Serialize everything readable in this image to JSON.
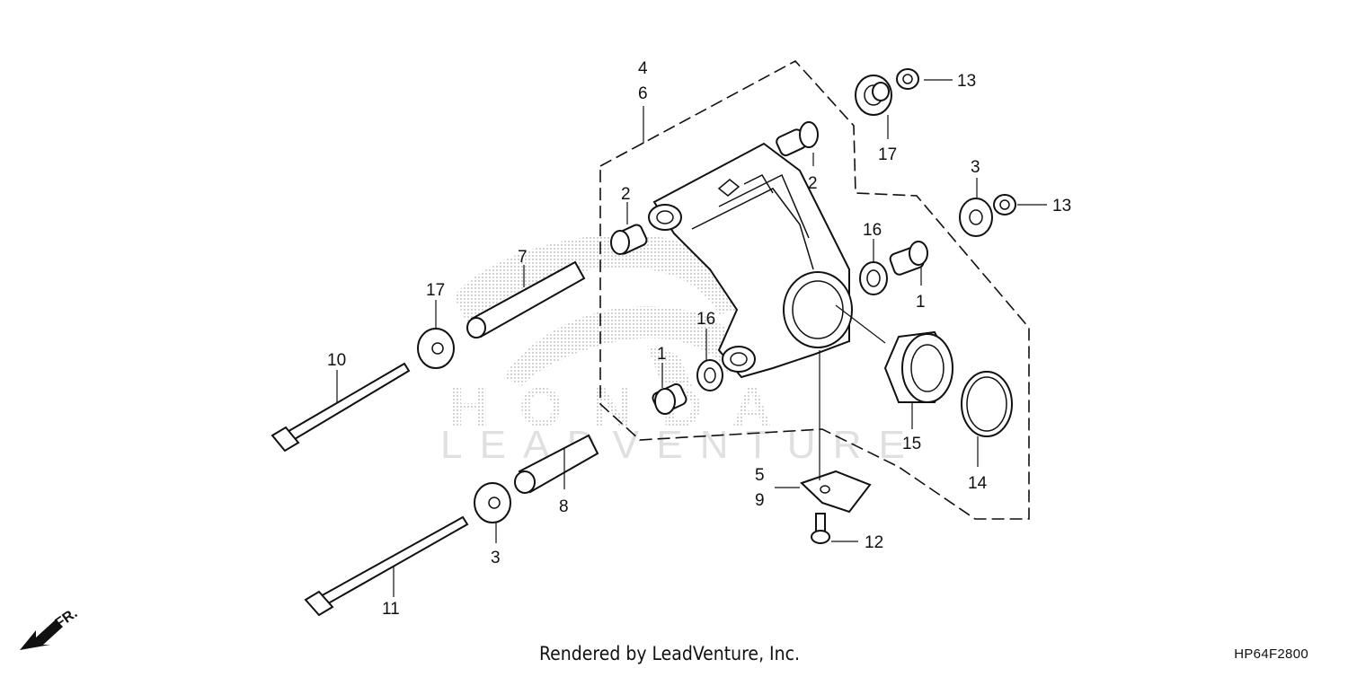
{
  "diagram": {
    "callouts": [
      {
        "id": "c4",
        "label": "4"
      },
      {
        "id": "c6",
        "label": "6"
      },
      {
        "id": "c13a",
        "label": "13"
      },
      {
        "id": "c17a",
        "label": "17"
      },
      {
        "id": "c2a",
        "label": "2"
      },
      {
        "id": "c3a",
        "label": "3"
      },
      {
        "id": "c13b",
        "label": "13"
      },
      {
        "id": "c16a",
        "label": "16"
      },
      {
        "id": "c1a",
        "label": "1"
      },
      {
        "id": "c2b",
        "label": "2"
      },
      {
        "id": "c7",
        "label": "7"
      },
      {
        "id": "c17b",
        "label": "17"
      },
      {
        "id": "c10",
        "label": "10"
      },
      {
        "id": "c16b",
        "label": "16"
      },
      {
        "id": "c1b",
        "label": "1"
      },
      {
        "id": "c15",
        "label": "15"
      },
      {
        "id": "c14",
        "label": "14"
      },
      {
        "id": "c5",
        "label": "5"
      },
      {
        "id": "c9",
        "label": "9"
      },
      {
        "id": "c12",
        "label": "12"
      },
      {
        "id": "c8",
        "label": "8"
      },
      {
        "id": "c3b",
        "label": "3"
      },
      {
        "id": "c11",
        "label": "11"
      }
    ],
    "direction_label": "FR.",
    "watermark_logo": "HONDA",
    "watermark_text": "LEADVENTURE"
  },
  "footer": {
    "credit": "Rendered by LeadVenture, Inc.",
    "code": "HP64F2800"
  }
}
